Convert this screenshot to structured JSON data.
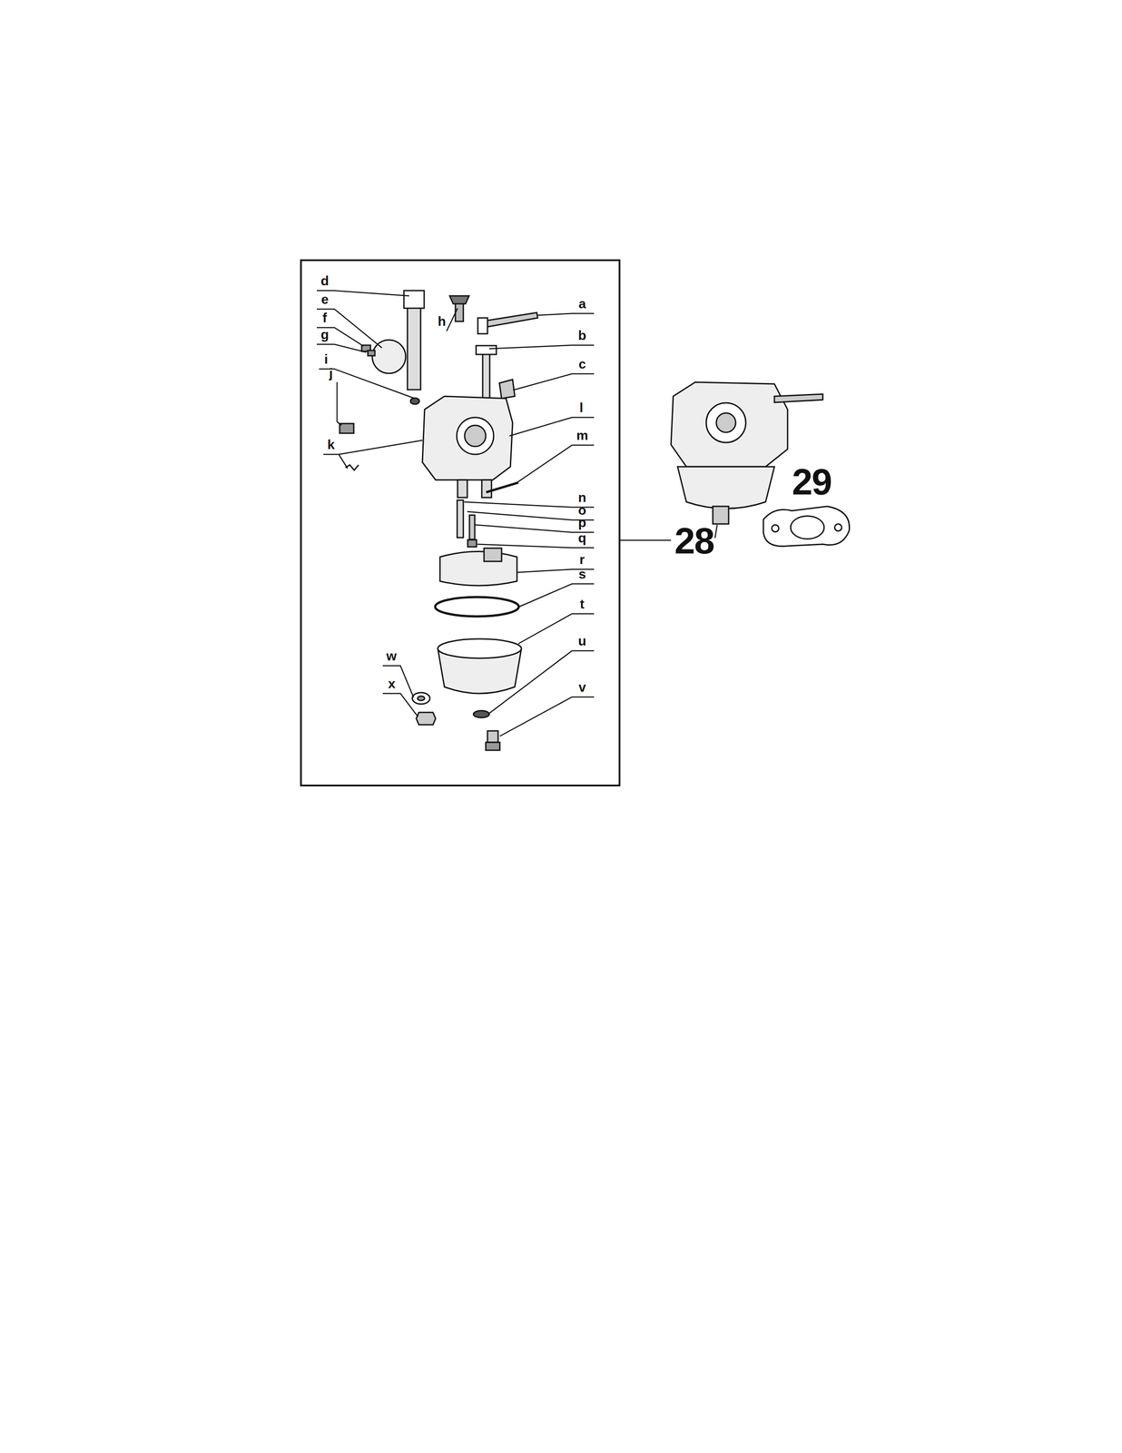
{
  "diagram": {
    "labels": [
      "d",
      "e",
      "f",
      "g",
      "i",
      "j",
      "k",
      "h",
      "a",
      "b",
      "c",
      "l",
      "m",
      "n",
      "o",
      "p",
      "q",
      "r",
      "s",
      "t",
      "u",
      "v",
      "w",
      "x",
      "28",
      "29"
    ]
  }
}
